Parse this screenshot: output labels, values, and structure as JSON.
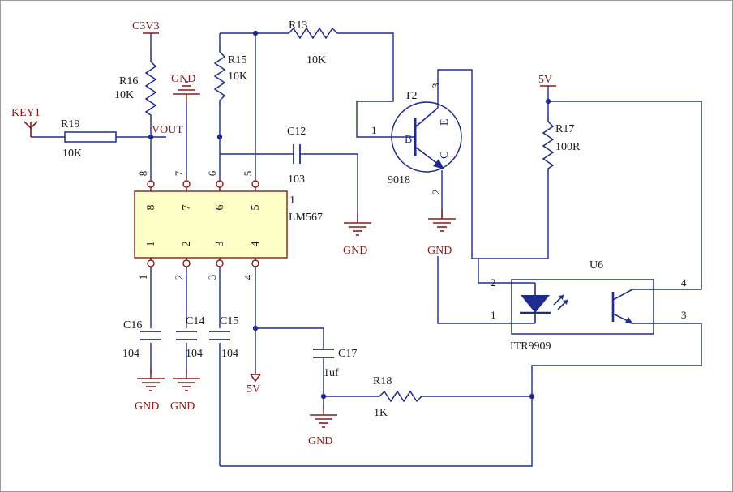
{
  "colors": {
    "wire": "#1f2b8f",
    "component": "#1f2b8f",
    "ref_text": "#1a1a1a",
    "power_text": "#8b1a1a",
    "ic_fill": "#ffffc8",
    "ic_stroke": "#8b1a1a",
    "junction": "#1f2b8f"
  },
  "power": {
    "c3v3": "C3V3",
    "gnd": "GND",
    "v5": "5V"
  },
  "net_labels": {
    "key1": "KEY1",
    "vout": "VOUT"
  },
  "ic_lm567": {
    "designator": "1",
    "part": "LM567",
    "top_pins": [
      "8",
      "7",
      "6",
      "5"
    ],
    "bottom_pins": [
      "1",
      "2",
      "3",
      "4"
    ]
  },
  "transistor_t2": {
    "designator": "T2",
    "part": "9018",
    "base_letter": "B",
    "emitter_letter": "E",
    "collector_letter": "C",
    "pin_base": "1",
    "pin_emitter": "3",
    "pin_collector": "2"
  },
  "optocoupler_u6": {
    "designator": "U6",
    "part": "ITR9909",
    "pin1": "1",
    "pin2": "2",
    "pin3": "3",
    "pin4": "4"
  },
  "resistors": [
    {
      "ref": "R13",
      "value": "10K"
    },
    {
      "ref": "R15",
      "value": "10K"
    },
    {
      "ref": "R16",
      "value": "10K"
    },
    {
      "ref": "R17",
      "value": "100R"
    },
    {
      "ref": "R18",
      "value": "1K"
    },
    {
      "ref": "R19",
      "value": "10K"
    }
  ],
  "capacitors": [
    {
      "ref": "C12",
      "value": "103"
    },
    {
      "ref": "C14",
      "value": "104"
    },
    {
      "ref": "C15",
      "value": "104"
    },
    {
      "ref": "C16",
      "value": "104"
    },
    {
      "ref": "C17",
      "value": "1uf"
    }
  ]
}
